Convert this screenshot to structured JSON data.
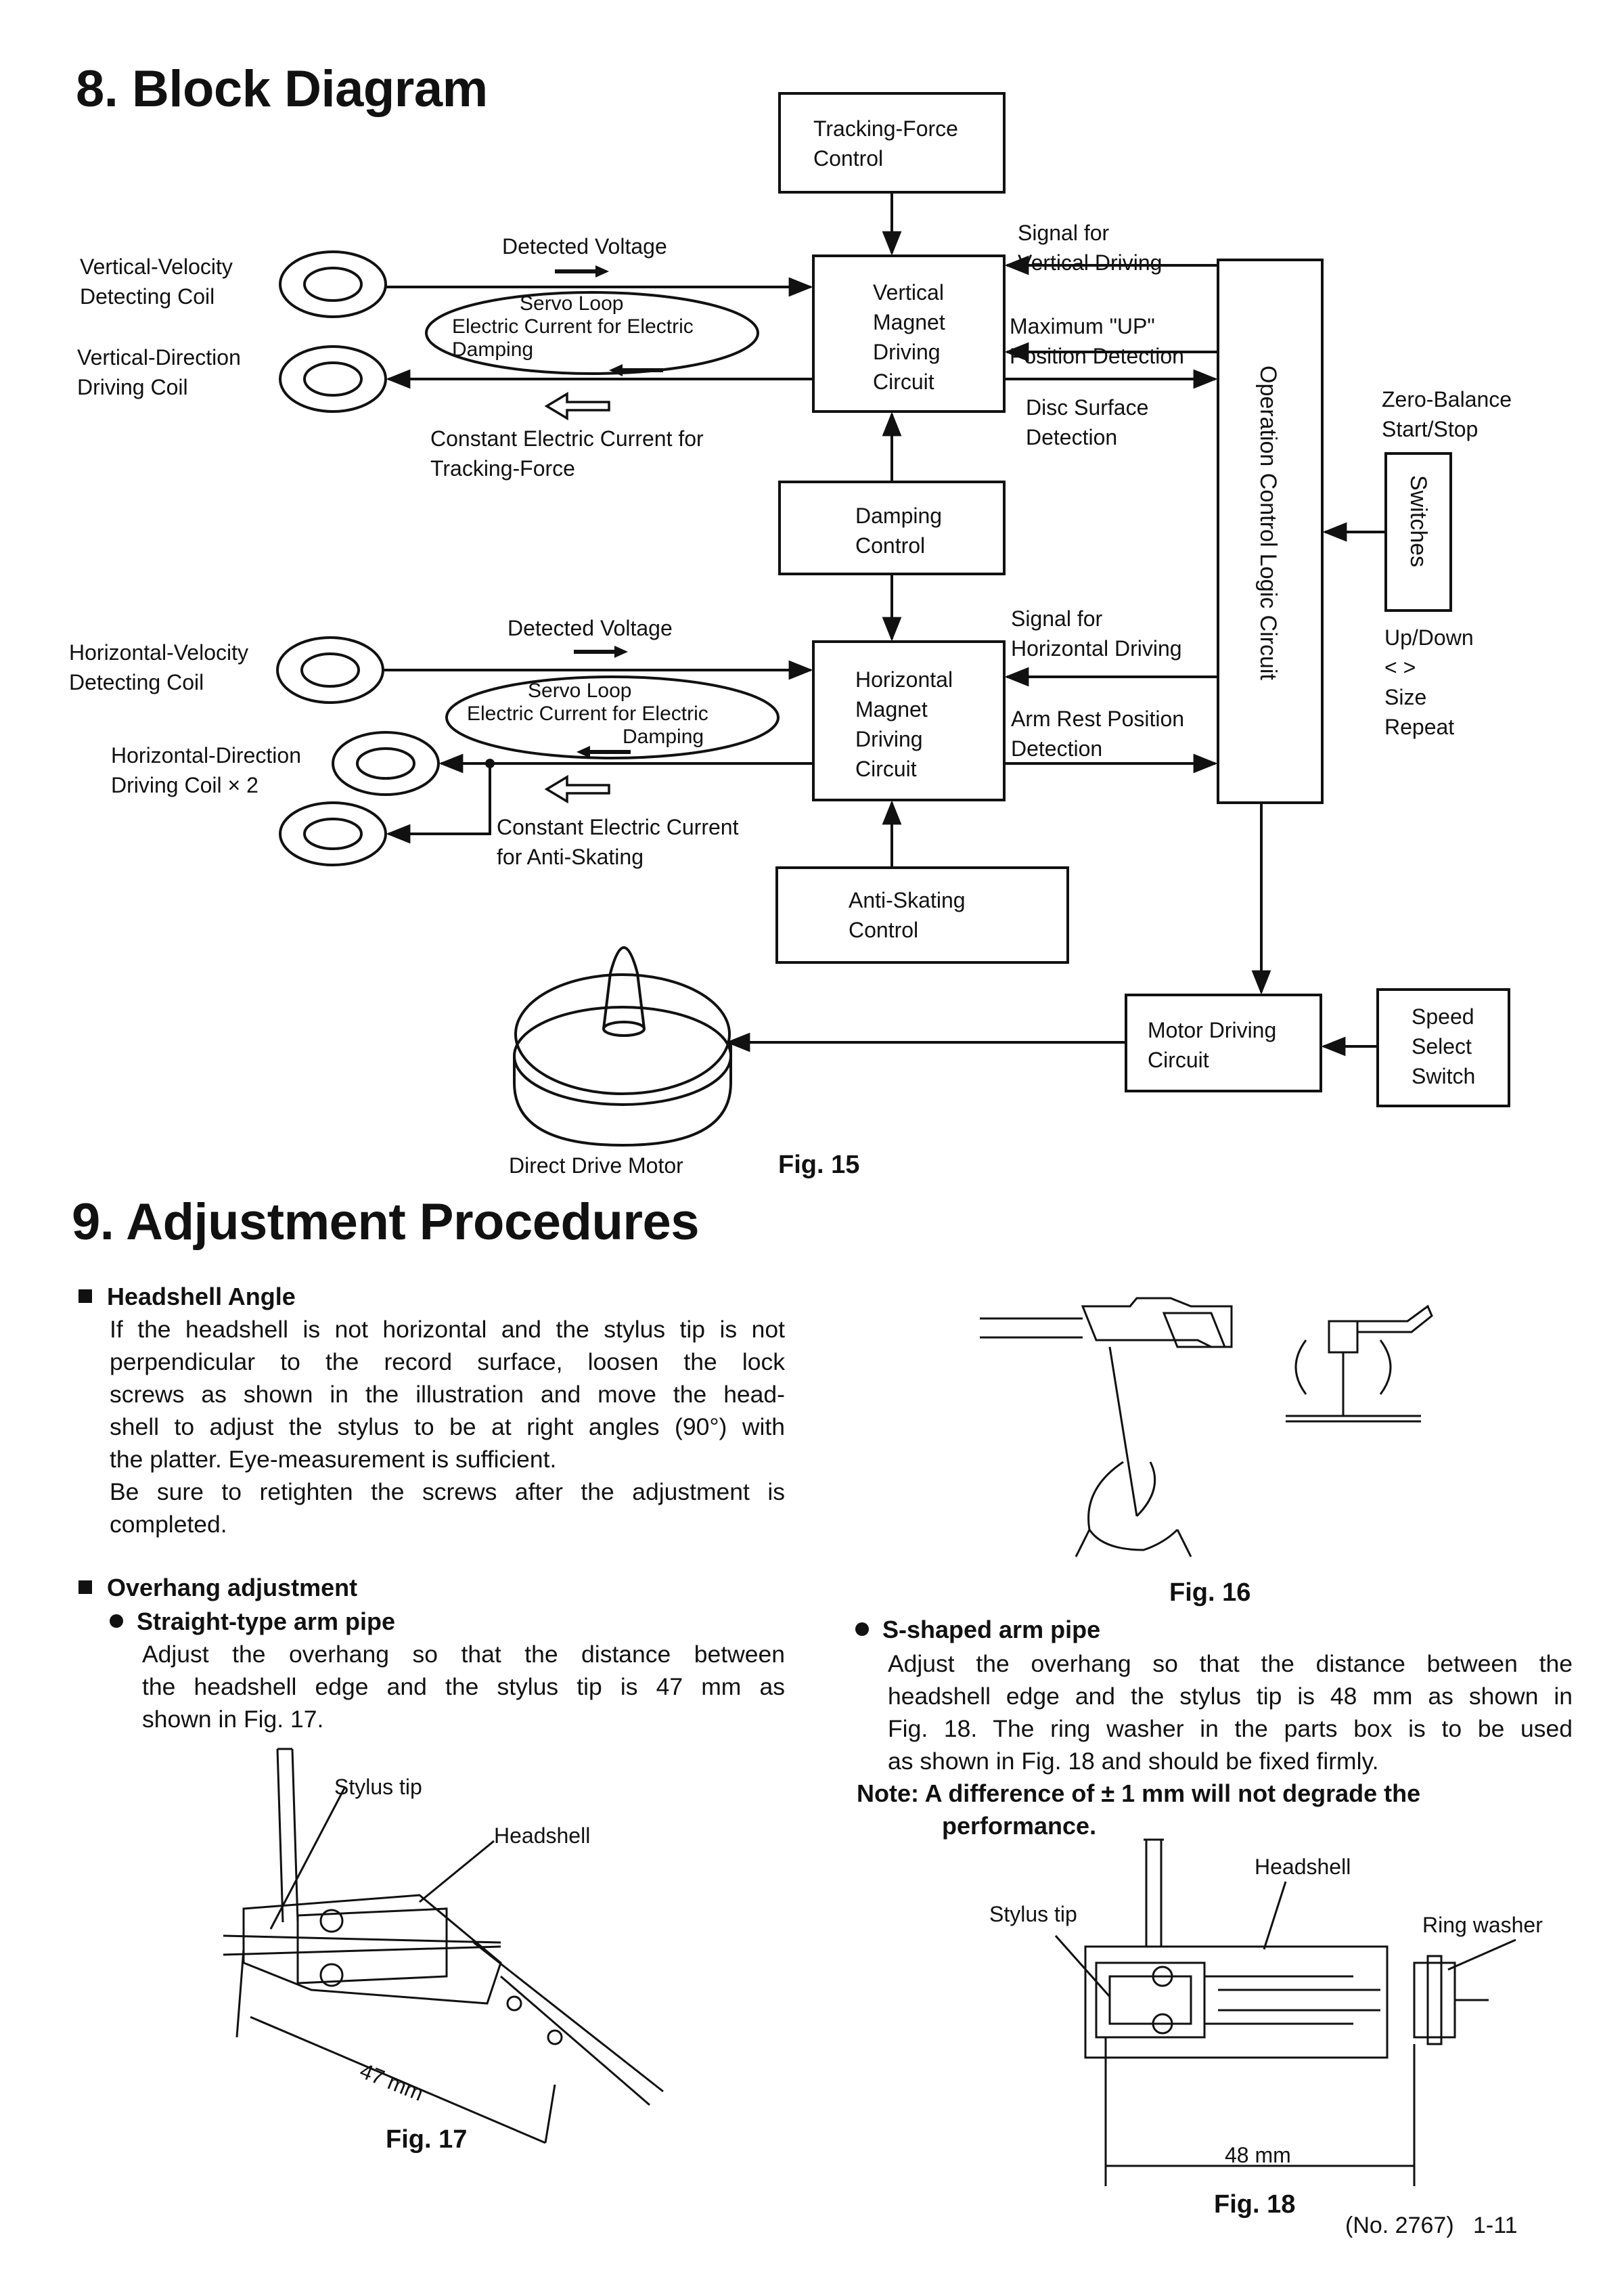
{
  "section8": {
    "title": "8. Block Diagram",
    "blocks": {
      "tracking_force": [
        "Tracking-Force",
        "Control"
      ],
      "vertical_driving": [
        "Vertical",
        "Magnet",
        "Driving",
        "Circuit"
      ],
      "damping": [
        "Damping",
        "Control"
      ],
      "horizontal_driving": [
        "Horizontal",
        "Magnet",
        "Driving",
        "Circuit"
      ],
      "anti_skating": [
        "Anti-Skating",
        "Control"
      ],
      "operation_logic": "Operation Control Logic Circuit",
      "switches": "Switches",
      "motor_driving": [
        "Motor Driving",
        "Circuit"
      ],
      "speed_select": [
        "Speed",
        "Select",
        "Switch"
      ]
    },
    "coils": {
      "vertical_velocity": [
        "Vertical-Velocity",
        "Detecting Coil"
      ],
      "vertical_direction": [
        "Vertical-Direction",
        "Driving Coil"
      ],
      "horizontal_velocity": [
        "Horizontal-Velocity",
        "Detecting Coil"
      ],
      "horizontal_direction": [
        "Horizontal-Direction",
        "Driving Coil × 2"
      ]
    },
    "signals": {
      "detected_voltage_top": "Detected Voltage",
      "servo_loop_top": [
        "Servo Loop",
        "Electric Current for Electric",
        "Damping"
      ],
      "constant_tracking": [
        "Constant Electric Current for",
        "Tracking-Force"
      ],
      "detected_voltage_bottom": "Detected Voltage",
      "servo_loop_bottom": [
        "Servo Loop",
        "Electric Current for Electric",
        "Damping"
      ],
      "constant_antiskating": [
        "Constant Electric Current",
        "for Anti-Skating"
      ],
      "signal_vertical": [
        "Signal for",
        "Vertical Driving"
      ],
      "max_up": [
        "Maximum \"UP\"",
        "Position Detection"
      ],
      "disc_surface": [
        "Disc Surface",
        "Detection"
      ],
      "signal_horizontal": [
        "Signal for",
        "Horizontal Driving"
      ],
      "arm_rest": [
        "Arm Rest Position",
        "Detection"
      ],
      "zero_balance": [
        "Zero-Balance",
        "Start/Stop"
      ],
      "switch_list": [
        "Up/Down",
        "<  >",
        "Size",
        "Repeat"
      ]
    },
    "motor_label": "Direct Drive Motor",
    "fig_label": "Fig. 15"
  },
  "section9": {
    "title": "9. Adjustment Procedures",
    "headshell": {
      "heading": "Headshell Angle",
      "lines": [
        "If the headshell is not horizontal and the stylus tip is not",
        "perpendicular to the record surface, loosen the lock",
        "screws as shown in the illustration and move the head-",
        "shell to adjust the stylus to be at right angles (90°) with",
        "the platter. Eye-measurement is sufficient.",
        "Be sure to retighten the screws after the adjustment is",
        "completed."
      ],
      "fig_label": "Fig. 16"
    },
    "overhang": {
      "heading": "Overhang adjustment",
      "straight": {
        "heading": "Straight-type arm pipe",
        "lines": [
          "Adjust the overhang so that the distance between",
          "the headshell edge and the stylus tip is 47 mm as",
          "shown in Fig. 17."
        ],
        "fig": {
          "stylus": "Stylus tip",
          "headshell": "Headshell",
          "dimension": "47 mm",
          "label": "Fig. 17"
        }
      },
      "sshaped": {
        "heading": "S-shaped arm pipe",
        "lines": [
          "Adjust the overhang so that the distance between the",
          "headshell edge and the stylus tip is 48 mm as shown in",
          "Fig. 18. The ring washer in the parts box is to be used",
          "as shown in Fig. 18 and should be fixed firmly."
        ],
        "note_line1": "Note: A difference of ± 1 mm will not degrade the",
        "note_line2": "performance.",
        "fig": {
          "headshell": "Headshell",
          "stylus": "Stylus tip",
          "ring": "Ring washer",
          "dimension": "48 mm",
          "label": "Fig. 18"
        }
      }
    }
  },
  "footer": "(No. 2767)   1-11"
}
